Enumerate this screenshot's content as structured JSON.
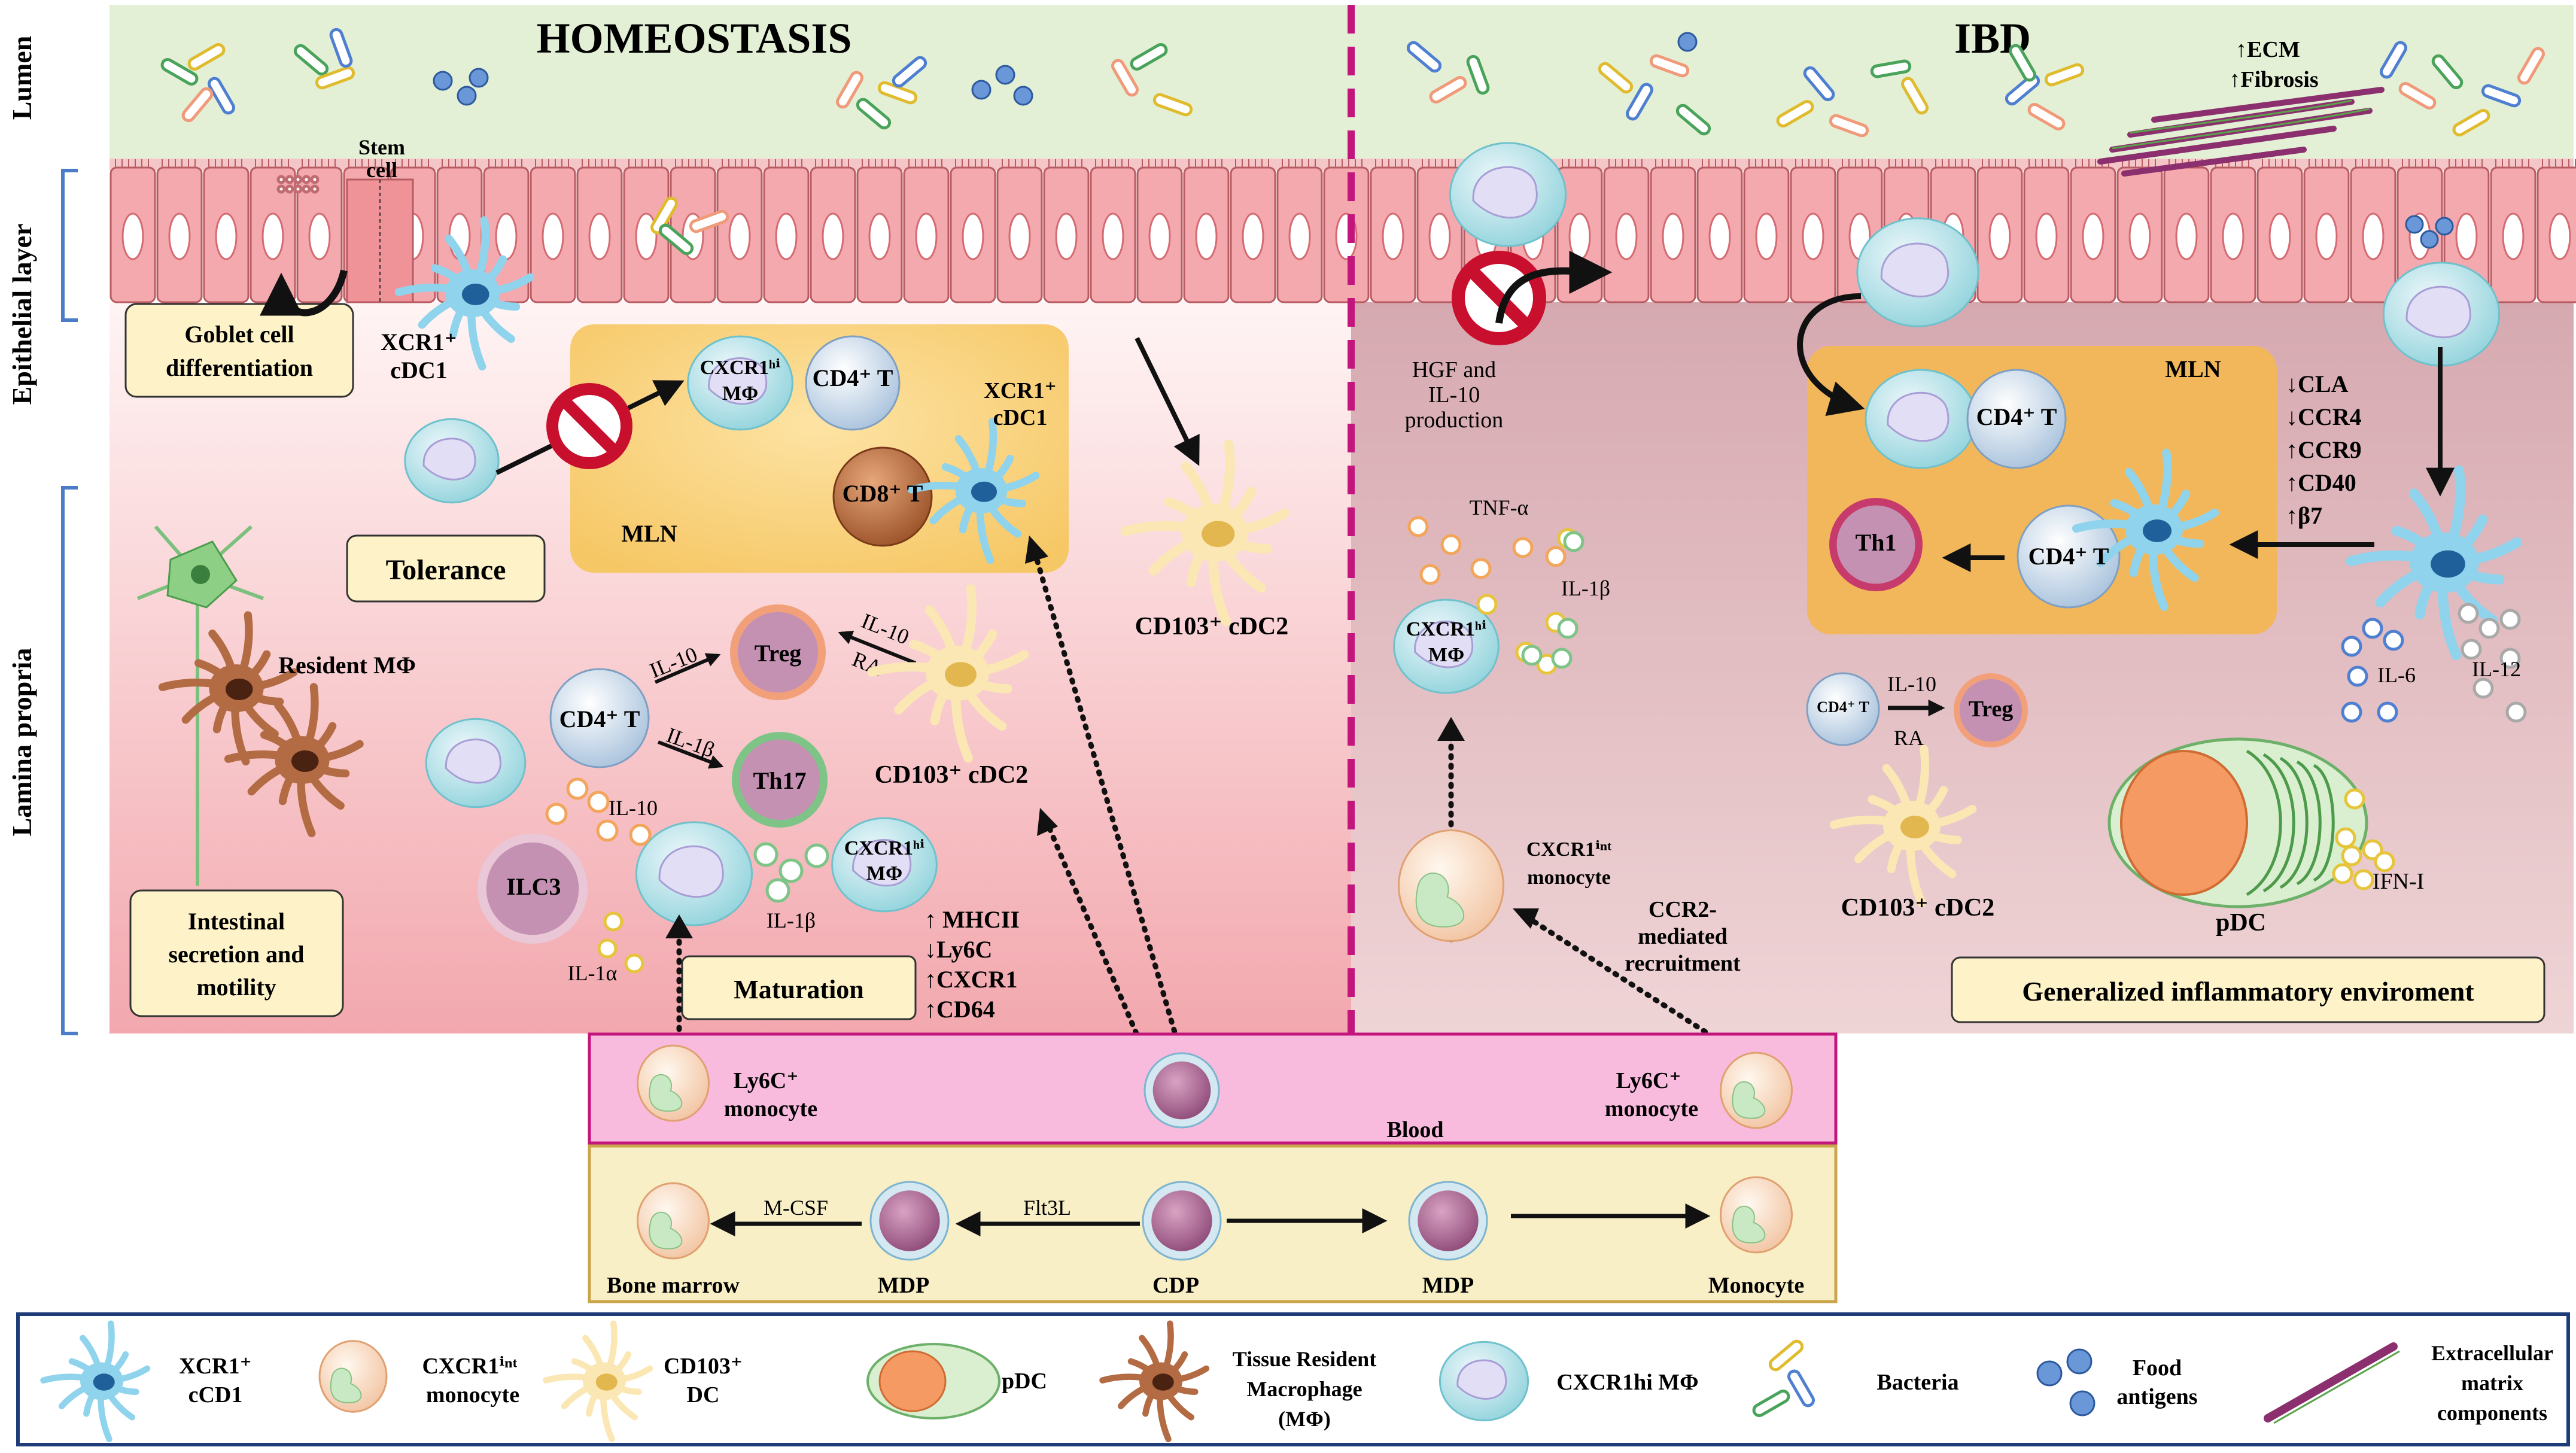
{
  "panels": {
    "homeostasis": "HOMEOSTASIS",
    "ibd": "IBD"
  },
  "side_labels": {
    "lumen": "Lumen",
    "epithelial": "Epithelial layer",
    "lamina": "Lamina propria"
  },
  "homeostasis": {
    "stem_cell_line1": "Stem",
    "stem_cell_line2": "cell",
    "goblet_line1": "Goblet cell",
    "goblet_line2": "differentiation",
    "xcr1_a_line1": "XCR1⁺",
    "xcr1_a_line2": "cDC1",
    "mln": "MLN",
    "mln_cxcr1_line1": "CXCR1ʰⁱ",
    "mln_cxcr1_line2": "MΦ",
    "mln_cd4": "CD4⁺ T",
    "mln_cd8": "CD8⁺ T",
    "mln_xcr1_line1": "XCR1⁺",
    "mln_xcr1_line2": "cDC1",
    "tolerance": "Tolerance",
    "cd103_cdc2_right": "CD103⁺ cDC2",
    "resident_mphi": "Resident MΦ",
    "cd4_t": "CD4⁺ T",
    "il10_a": "IL-10",
    "il1b_a": "IL-1β",
    "treg": "Treg",
    "th17": "Th17",
    "il10_b": "IL-10",
    "ra": "RA",
    "cd103_cdc2": "CD103⁺ cDC2",
    "il10_c": "IL-10",
    "ilc3": "ILC3",
    "il1b_b": "IL-1β",
    "il1a": "IL-1α",
    "cxcr1hi_line1": "CXCR1ʰⁱ",
    "cxcr1hi_line2": "MΦ",
    "maturation": "Maturation",
    "markers": [
      "↑ MHCII",
      "↓Ly6C",
      "↑CXCR1",
      "↑CD64"
    ],
    "intestinal_line1": "Intestinal",
    "intestinal_line2": "secretion and",
    "intestinal_line3": "motility"
  },
  "ibd": {
    "ecm": "↑ECM",
    "fibrosis": "↑Fibrosis",
    "hgf_line1": "HGF and",
    "hgf_line2": "IL-10",
    "hgf_line3": "production",
    "mln": "MLN",
    "cd4_a": "CD4⁺ T",
    "cd4_b": "CD4⁺ T",
    "th1": "Th1",
    "markers": [
      "↓CLA",
      "↓CCR4",
      "↑CCR9",
      "↑CD40",
      "↑β7"
    ],
    "tnfa": "TNF-α",
    "il1b": "IL-1β",
    "cxcr1hi_line1": "CXCR1ʰⁱ",
    "cxcr1hi_line2": "MΦ",
    "il6": "IL-6",
    "il12": "IL-12",
    "cd4_small": "CD4⁺ T",
    "il10": "IL-10",
    "ra": "RA",
    "treg": "Treg",
    "cxcr1int_line1": "CXCR1ⁱⁿᵗ",
    "cxcr1int_line2": "monocyte",
    "ccr2_line1": "CCR2-",
    "ccr2_line2": "mediated",
    "ccr2_line3": "recruitment",
    "cd103_cdc2": "CD103⁺ cDC2",
    "pdc": "pDC",
    "ifn": "IFN-I",
    "generalized": "Generalized inflammatory enviroment"
  },
  "blood": {
    "label": "Blood",
    "ly6c_left_line1": "Ly6C⁺",
    "ly6c_left_line2": "monocyte",
    "ly6c_right_line1": "Ly6C⁺",
    "ly6c_right_line2": "monocyte"
  },
  "marrow": {
    "bone_marrow": "Bone marrow",
    "mcsf": "M-CSF",
    "mdp_left": "MDP",
    "flt3l": "Flt3L",
    "cdp": "CDP",
    "mdp_right": "MDP",
    "monocyte": "Monocyte"
  },
  "legend": {
    "xcr1_line1": "XCR1⁺",
    "xcr1_line2": "cCD1",
    "cxcr1int_line1": "CXCR1ⁱⁿᵗ",
    "cxcr1int_line2": "monocyte",
    "cd103_line1": "CD103⁺",
    "cd103_line2": "DC",
    "pdc": "pDC",
    "trm_line1": "Tissue Resident",
    "trm_line2": "Macrophage",
    "trm_line3": "(MΦ)",
    "cxcr1hi": "CXCR1hi MΦ",
    "bacteria": "Bacteria",
    "food_line1": "Food",
    "food_line2": "antigens",
    "ecm_line1": "Extracellular",
    "ecm_line2": "matrix",
    "ecm_line3": "components"
  },
  "colors": {
    "lumen": "#e3f0d6",
    "epithelium": "#f3a9ad",
    "lamina_left": "#f6c9cc",
    "lamina_right": "#dcb3b8",
    "mln": "#f9d27c",
    "mln_ibd": "#f2b75a",
    "blood": "#f8bbde",
    "marrow": "#f8efc6",
    "divider": "#c3167d",
    "label_box": "#fdf2c8"
  }
}
